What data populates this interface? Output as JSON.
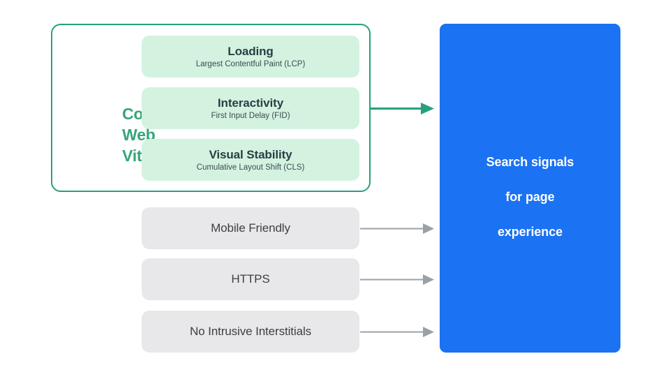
{
  "diagram": {
    "title_hidden": "",
    "colors": {
      "green_accent": "#27a17c",
      "green_label": "#35a578",
      "green_card_bg": "#d4f2e0",
      "gray_card_bg": "#e8e8ea",
      "gray_arrow": "#9aa0a6",
      "blue_box": "#1b72f2",
      "dark_text": "#3c4043"
    },
    "core_web_vitals": {
      "group_label": "Core\nWeb\nVitals",
      "group_label_lines": [
        "Core",
        "Web",
        "Vitals"
      ],
      "cards": [
        {
          "title": "Loading",
          "subtitle": "Largest Contentful Paint (LCP)"
        },
        {
          "title": "Interactivity",
          "subtitle": "First Input Delay (FID)"
        },
        {
          "title": "Visual Stability",
          "subtitle": "Cumulative Layout Shift (CLS)"
        }
      ]
    },
    "other_signals": [
      {
        "label": "Mobile Friendly"
      },
      {
        "label": "HTTPS"
      },
      {
        "label": "No Intrusive Interstitials"
      }
    ],
    "destination": {
      "text": "Search signals\nfor page\nexperience",
      "lines": [
        "Search signals",
        "for page",
        "experience"
      ]
    },
    "arrows": [
      {
        "name": "core-web-vitals-arrow",
        "color": "#27a17c",
        "from": "core-web-vitals-group",
        "to": "search-signals-box"
      },
      {
        "name": "mobile-friendly-arrow",
        "color": "#9aa0a6",
        "from": "signal-mobile-friendly",
        "to": "search-signals-box"
      },
      {
        "name": "https-arrow",
        "color": "#9aa0a6",
        "from": "signal-https",
        "to": "search-signals-box"
      },
      {
        "name": "interstitials-arrow",
        "color": "#9aa0a6",
        "from": "signal-no-intrusive-interstitials",
        "to": "search-signals-box"
      }
    ]
  }
}
